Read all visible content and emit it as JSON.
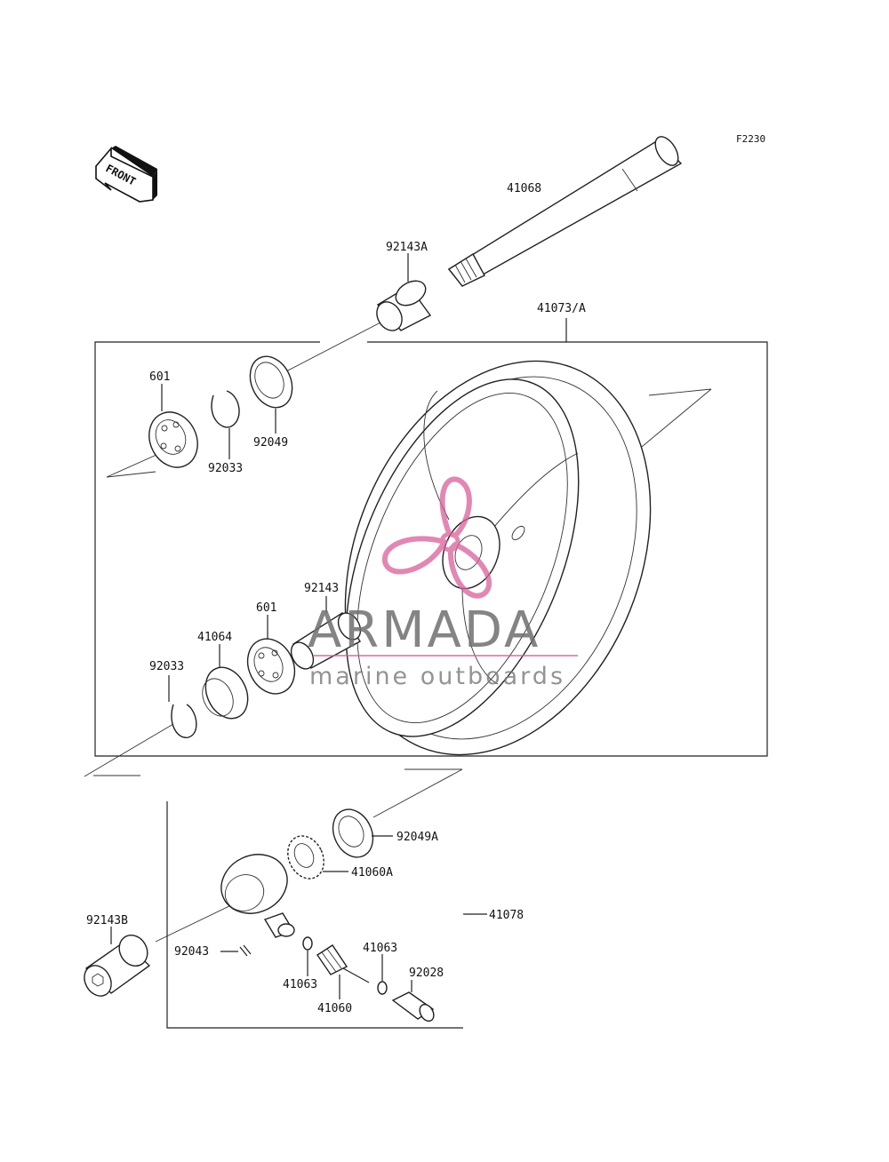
{
  "diagram": {
    "figure_code": "F2230",
    "front_marker": "FRONT",
    "parts": {
      "axle": "41068",
      "collar_top": "92143A",
      "wheel_assembly": "41073/A",
      "bearing_upper": "601",
      "circlip_upper": "92033",
      "oil_seal_upper": "92049",
      "collar_mid": "92143",
      "bearing_lower": "601",
      "bushing": "41064",
      "circlip_lower": "92033",
      "oil_seal_lower": "92049A",
      "drive_gear": "41060A",
      "gearbox_assembly": "41078",
      "collar_bottom": "92143B",
      "pin": "92043",
      "washer_left": "41063",
      "washer_right": "41063",
      "pinion": "41060",
      "bushing_small": "92028"
    }
  },
  "watermark": {
    "brand": "ARMADA",
    "tagline": "marine outboards",
    "color": "#d9609a"
  }
}
